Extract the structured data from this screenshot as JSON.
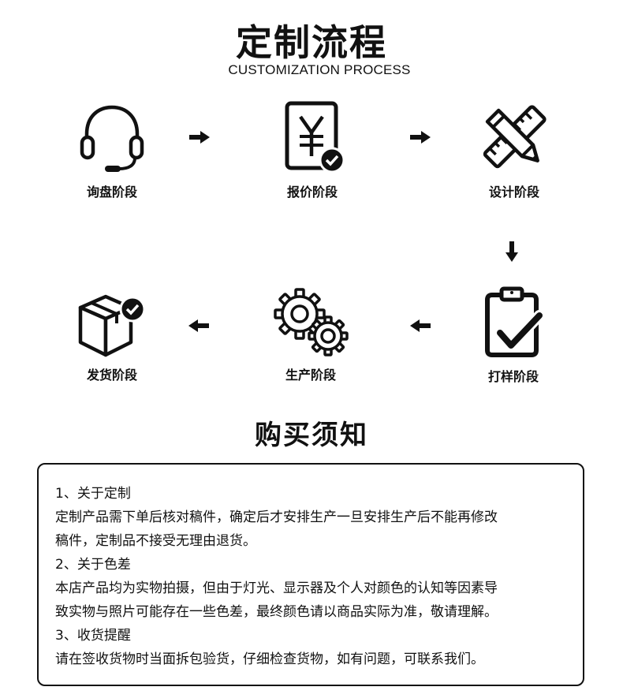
{
  "header": {
    "title": "定制流程",
    "subtitle": "CUSTOMIZATION PROCESS"
  },
  "steps": [
    {
      "label": "询盘阶段",
      "icon": "headset-icon"
    },
    {
      "label": "报价阶段",
      "icon": "yuan-price-check-icon"
    },
    {
      "label": "设计阶段",
      "icon": "pencil-ruler-icon"
    },
    {
      "label": "打样阶段",
      "icon": "clipboard-check-icon"
    },
    {
      "label": "生产阶段",
      "icon": "gears-icon"
    },
    {
      "label": "发货阶段",
      "icon": "box-check-icon"
    }
  ],
  "notice": {
    "title": "购买须知",
    "lines": [
      "1、关于定制",
      "定制产品需下单后核对稿件，确定后才安排生产一旦安排生产后不能再修改",
      "稿件，定制品不接受无理由退货。",
      "2、关于色差",
      "本店产品均为实物拍摄，但由于灯光、显示器及个人对颜色的认知等因素导",
      "致实物与照片可能存在一些色差，最终颜色请以商品实际为准，敬请理解。",
      "3、收货提醒",
      "请在签收货物时当面拆包验货，仔细检查货物，如有问题，可联系我们。"
    ]
  }
}
